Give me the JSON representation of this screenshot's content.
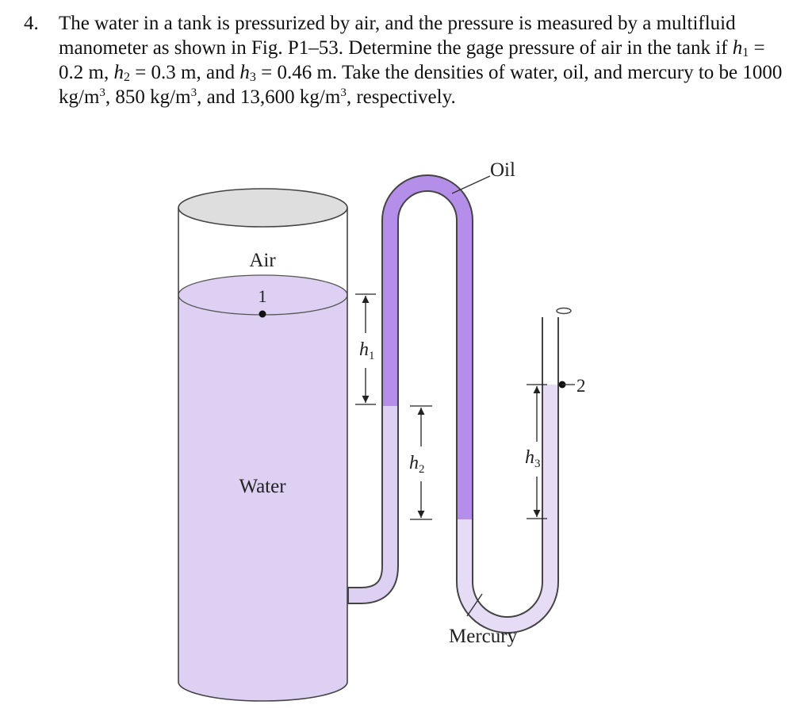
{
  "problem": {
    "number": "4.",
    "t1": "The water in a tank is pressurized by air, and the pressure is measured by a multifluid manometer as shown in Fig. P1–53. Determine the gage pressure of air in the tank if ",
    "h1_sym": "h",
    "h1_sub": "1",
    "t2": " = 0.2 m, ",
    "h2_sym": "h",
    "h2_sub": "2",
    "t3": " = 0.3 m, and ",
    "h3_sym": "h",
    "h3_sub": "3",
    "t4": " = 0.46 m. Take the densities of water, oil, and mercury to be 1000 kg/m",
    "sup1": "3",
    "t5": ", 850 kg/m",
    "sup2": "3",
    "t6": ", and 13,600 kg/m",
    "sup3": "3",
    "t7": ", respectively."
  },
  "figure": {
    "air_label": "Air",
    "point1_label": "1",
    "water_label": "Water",
    "oil_label": "Oil",
    "mercury_label": "Mercury",
    "point2_label": "2",
    "h1_label": "h",
    "h1_sub": "1",
    "h2_label": "h",
    "h2_sub": "2",
    "h3_label": "h",
    "h3_sub": "3"
  },
  "colors": {
    "water": "#ddd0f2",
    "oil": "#b48ee8",
    "mercury": "#e6dcf6",
    "outline": "#444444"
  }
}
